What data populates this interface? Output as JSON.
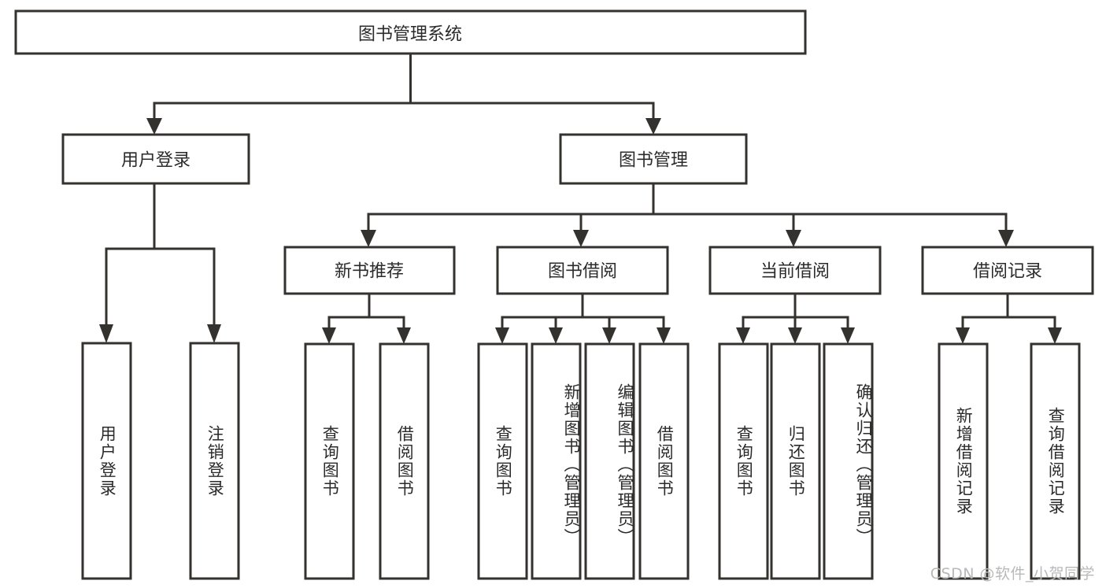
{
  "diagram": {
    "type": "tree-hierarchy",
    "title": "图书管理系统",
    "watermark": "CSDN @软件_小贺同学",
    "colors": {
      "stroke": "#33322f",
      "box_fill": "#ffffff",
      "text": "#2b2b2b",
      "background": "#ffffff",
      "watermark": "#b9b9b9"
    },
    "root": {
      "id": "root",
      "label": "图书管理系统",
      "orientation": "horizontal"
    },
    "level2": [
      {
        "id": "user-login",
        "label": "用户登录",
        "orientation": "horizontal"
      },
      {
        "id": "book-management",
        "label": "图书管理",
        "orientation": "horizontal"
      }
    ],
    "level3": [
      {
        "id": "new-book-recommend",
        "label": "新书推荐",
        "orientation": "horizontal",
        "parent": "book-management"
      },
      {
        "id": "book-borrow",
        "label": "图书借阅",
        "orientation": "horizontal",
        "parent": "book-management"
      },
      {
        "id": "current-borrow",
        "label": "当前借阅",
        "orientation": "horizontal",
        "parent": "book-management"
      },
      {
        "id": "borrow-record",
        "label": "借阅记录",
        "orientation": "horizontal",
        "parent": "book-management"
      }
    ],
    "leaves": [
      {
        "id": "leaf-user-login",
        "label": "用户登录",
        "orientation": "vertical",
        "parent": "user-login"
      },
      {
        "id": "leaf-user-logout",
        "label": "注销登录",
        "orientation": "vertical",
        "parent": "user-login"
      },
      {
        "id": "leaf-query-book-1",
        "label": "查询图书",
        "orientation": "vertical",
        "parent": "new-book-recommend"
      },
      {
        "id": "leaf-borrow-book-1",
        "label": "借阅图书",
        "orientation": "vertical",
        "parent": "new-book-recommend"
      },
      {
        "id": "leaf-query-book-2",
        "label": "查询图书",
        "orientation": "vertical",
        "parent": "book-borrow"
      },
      {
        "id": "leaf-add-book",
        "label": "新增图书（管理员）",
        "orientation": "vertical",
        "parent": "book-borrow"
      },
      {
        "id": "leaf-edit-book",
        "label": "编辑图书（管理员）",
        "orientation": "vertical",
        "parent": "book-borrow"
      },
      {
        "id": "leaf-borrow-book-2",
        "label": "借阅图书",
        "orientation": "vertical",
        "parent": "book-borrow"
      },
      {
        "id": "leaf-query-book-3",
        "label": "查询图书",
        "orientation": "vertical",
        "parent": "current-borrow"
      },
      {
        "id": "leaf-return-book",
        "label": "归还图书",
        "orientation": "vertical",
        "parent": "current-borrow"
      },
      {
        "id": "leaf-confirm-return",
        "label": "确认归还（管理员）",
        "orientation": "vertical",
        "parent": "current-borrow"
      },
      {
        "id": "leaf-add-borrow-record",
        "label": "新增借阅记录",
        "orientation": "vertical",
        "parent": "borrow-record"
      },
      {
        "id": "leaf-query-borrow-record",
        "label": "查询借阅记录",
        "orientation": "vertical",
        "parent": "borrow-record"
      }
    ]
  }
}
